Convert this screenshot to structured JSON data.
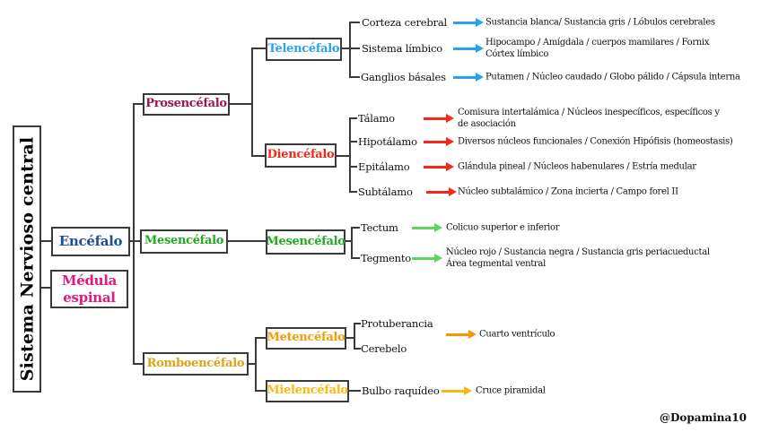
{
  "title": "Sistema Nervioso central",
  "credit": "@Dopamina10",
  "colors": {
    "line": "#3a3a3a",
    "encefalo": "#1d4e9e",
    "medula": "#e5177f",
    "prosencefalo": "#9c1458",
    "telencefalo": "#29a3f0",
    "diencefalo": "#f62817",
    "mesencefalo": "#22aa22",
    "romboencefalo": "#e2a313",
    "metencefalo": "#f29d00",
    "mielencefalo": "#fdb913",
    "arrow_blue": "#29a3f0",
    "arrow_red": "#f62817",
    "arrow_green": "#5ed45e",
    "arrow_orange": "#f79500",
    "arrow_yellow": "#fdb515"
  },
  "nodes": {
    "encefalo": {
      "label": "Encéfalo"
    },
    "medula": {
      "label": "Médula\nespinal"
    },
    "prosencefalo": {
      "label": "Prosencéfalo"
    },
    "telencefalo": {
      "label": "Telencéfalo"
    },
    "diencefalo": {
      "label": "Diencéfalo"
    },
    "mesencefalo_mid": {
      "label": "Mesencéfalo"
    },
    "mesencefalo": {
      "label": "Mesencéfalo"
    },
    "romboencefalo": {
      "label": "Romboencéfalo"
    },
    "metencefalo": {
      "label": "Metencéfalo"
    },
    "mielencefalo": {
      "label": "Mielencéfalo"
    }
  },
  "leaves": {
    "corteza": {
      "label": "Corteza cerebral",
      "desc": "Sustancia blanca/ Sustancia gris / Lóbulos cerebrales"
    },
    "limbico": {
      "label": "Sistema límbico",
      "desc": "Hipocampo / Amígdala / cuerpos mamilares / Fornix\nCórtex límbico"
    },
    "ganglios": {
      "label": "Ganglios básales",
      "desc": "Putamen / Núcleo caudado / Globo pálido / Cápsula interna"
    },
    "talamo": {
      "label": "Tálamo",
      "desc": "Comisura intertalámica / Núcleos inespecíficos, específicos y\nde asociación"
    },
    "hipotalamo": {
      "label": "Hipotálamo",
      "desc": "Diversos núcleos funcionales / Conexión Hipófisis (homeostasis)"
    },
    "epitalamo": {
      "label": "Epitálamo",
      "desc": "Glándula pineal / Núcleos habenulares / Estría medular"
    },
    "subtalamo": {
      "label": "Subtálamo",
      "desc": "Núcleo subtalámico / Zona incierta / Campo forel II"
    },
    "tectum": {
      "label": "Tectum",
      "desc": "Colicuo superior e inferior"
    },
    "tegmento": {
      "label": "Tegmento",
      "desc": "Núcleo rojo / Sustancia negra / Sustancia gris periacueductal\nÁrea tegmental ventral"
    },
    "protuberancia": {
      "label": "Protuberancia"
    },
    "cerebelo": {
      "label": "Cerebelo"
    },
    "cuarto": {
      "desc": "Cuarto ventrículo"
    },
    "bulbo": {
      "label": "Bulbo raquídeo",
      "desc": "Cruce piramidal"
    }
  }
}
